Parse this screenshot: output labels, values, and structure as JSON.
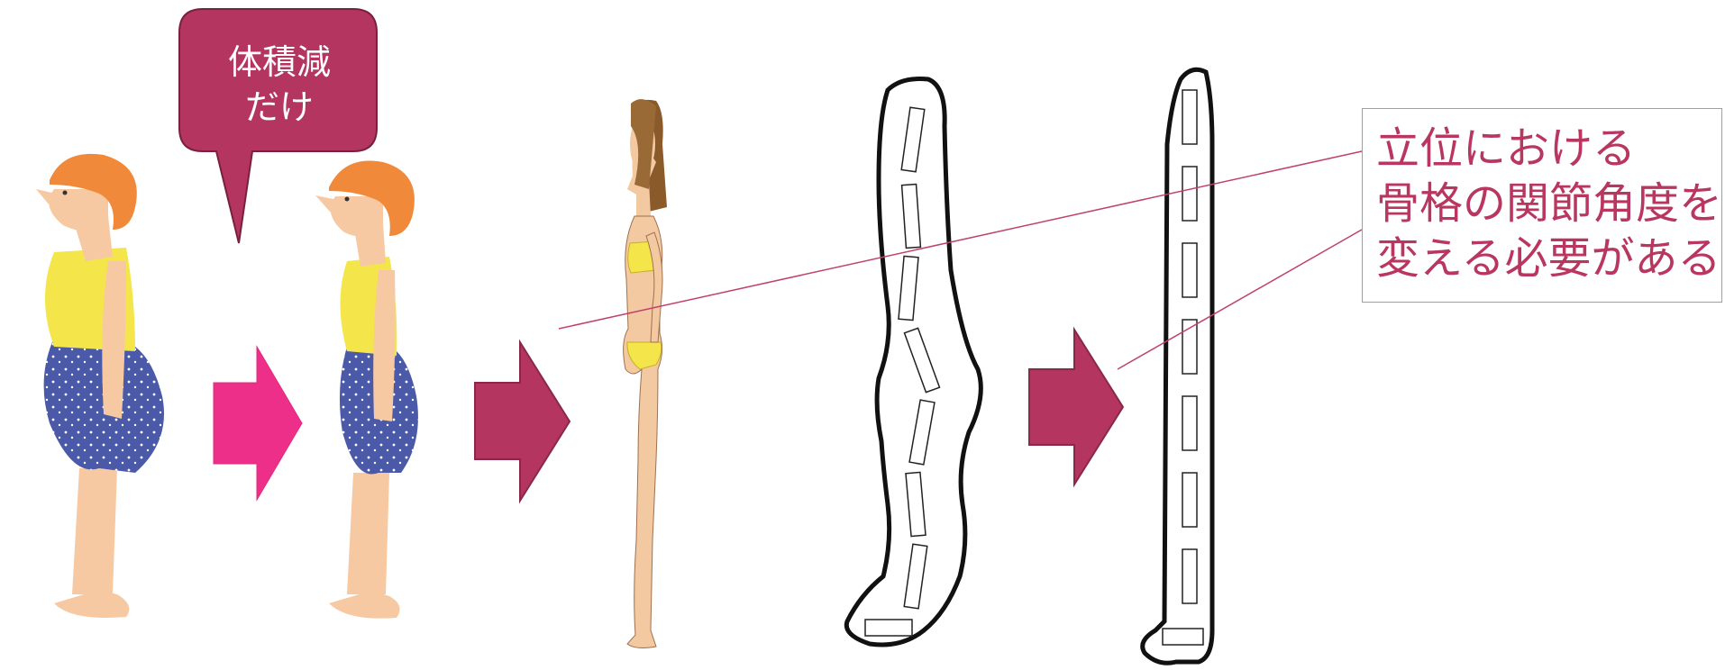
{
  "colors": {
    "bubble_fill": "#b33560",
    "arrow_pink": "#ee2f8a",
    "arrow_maroon": "#b33560",
    "callout_text": "#b8365f",
    "callout_border": "#a0a0a0",
    "leader_line": "#c04070"
  },
  "speech_bubble": {
    "line1": "体積減",
    "line2": "だけ"
  },
  "callout": {
    "line1": "立位における",
    "line2": "骨格の関節角度を",
    "line3": "変える必要がある"
  }
}
